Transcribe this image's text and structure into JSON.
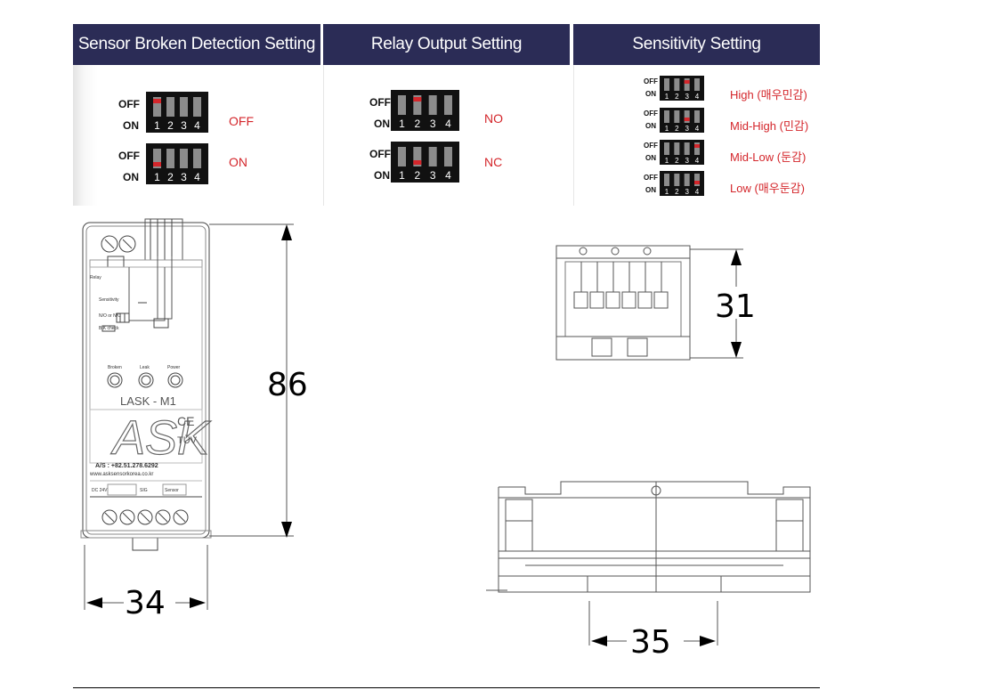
{
  "panels": {
    "sensor": {
      "title": "Sensor Broken Detection Setting",
      "rows": [
        {
          "state": "OFF",
          "active_switch": 1,
          "position": "off"
        },
        {
          "state": "ON",
          "active_switch": 1,
          "position": "on"
        }
      ]
    },
    "relay": {
      "title": "Relay Output Setting",
      "rows": [
        {
          "state": "NO",
          "active_switch": 2,
          "position": "off"
        },
        {
          "state": "NC",
          "active_switch": 2,
          "position": "on"
        }
      ]
    },
    "sensitivity": {
      "title": "Sensitivity Setting",
      "rows": [
        {
          "state": "High (매우민감)",
          "active_switch": 3,
          "position": "off"
        },
        {
          "state": "Mid-High (민감)",
          "active_switch": 3,
          "position": "on"
        },
        {
          "state": "Mid-Low (둔감)",
          "active_switch": 4,
          "position": "off"
        },
        {
          "state": "Low (매우둔감)",
          "active_switch": 4,
          "position": "on"
        }
      ]
    }
  },
  "dip": {
    "off_label": "OFF",
    "on_label": "ON",
    "numbers": [
      "1",
      "2",
      "3",
      "4"
    ]
  },
  "device": {
    "model": "LASK - M1",
    "brand": "ASK",
    "as_line": "A/S : +82.51.278.6292",
    "web": "www.asksensorkorea.co.kr",
    "terminal_labels": [
      "DC 24V",
      "SIG",
      "Sensor"
    ],
    "led_labels": [
      "Broken",
      "Leak",
      "Power"
    ],
    "panel_labels": [
      "Relay",
      "Sensitivity",
      "N/O or N/C",
      "B.K check"
    ],
    "ce": "CE",
    "tuv": "TÜV"
  },
  "dimensions": {
    "height": "86",
    "width": "34",
    "depth": "31",
    "rail": "35"
  },
  "colors": {
    "header": "#2b2c56",
    "accent": "#d4262b",
    "dip_body": "#111111",
    "switch": "#8c8c8c"
  }
}
